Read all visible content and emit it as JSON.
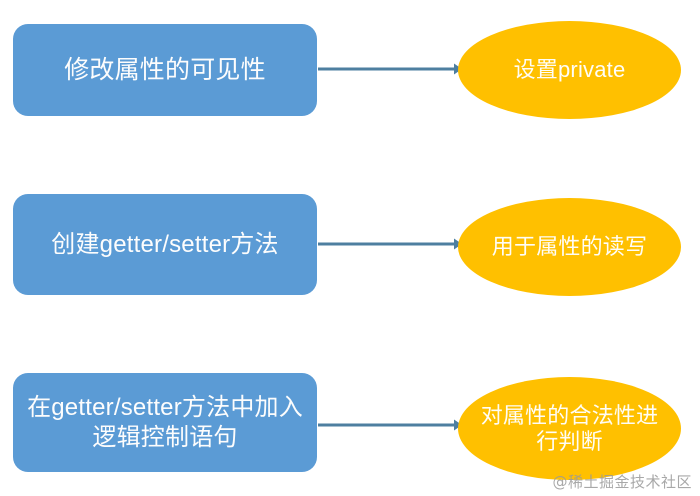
{
  "diagram": {
    "type": "flow-diagram",
    "background_color": "#ffffff",
    "box_color": "#5B9BD5",
    "ellipse_color": "#FFC000",
    "connector_color": "#4E7FA0",
    "text_color": "#ffffff",
    "rows": [
      {
        "id": "row-1",
        "source": {
          "label": "修改属性的可见性",
          "shape": "rounded-rect",
          "color": "#5B9BD5"
        },
        "target": {
          "label": "设置private",
          "shape": "ellipse",
          "color": "#FFC000"
        },
        "connector": {
          "style": "arrow",
          "direction": "right",
          "color": "#4E7FA0"
        }
      },
      {
        "id": "row-2",
        "source": {
          "label": "创建getter/setter方法",
          "shape": "rounded-rect",
          "color": "#5B9BD5"
        },
        "target": {
          "label": "用于属性的读写",
          "shape": "ellipse",
          "color": "#FFC000"
        },
        "connector": {
          "style": "arrow",
          "direction": "right",
          "color": "#4E7FA0"
        }
      },
      {
        "id": "row-3",
        "source": {
          "label": "在getter/setter方法中加入逻辑控制语句",
          "shape": "rounded-rect",
          "color": "#5B9BD5"
        },
        "target": {
          "label": "对属性的合法性进行判断",
          "shape": "ellipse",
          "color": "#FFC000"
        },
        "connector": {
          "style": "arrow",
          "direction": "right",
          "color": "#4E7FA0"
        }
      }
    ]
  },
  "watermark": {
    "text": "@稀土掘金技术社区",
    "color": "#9a9a9a"
  }
}
